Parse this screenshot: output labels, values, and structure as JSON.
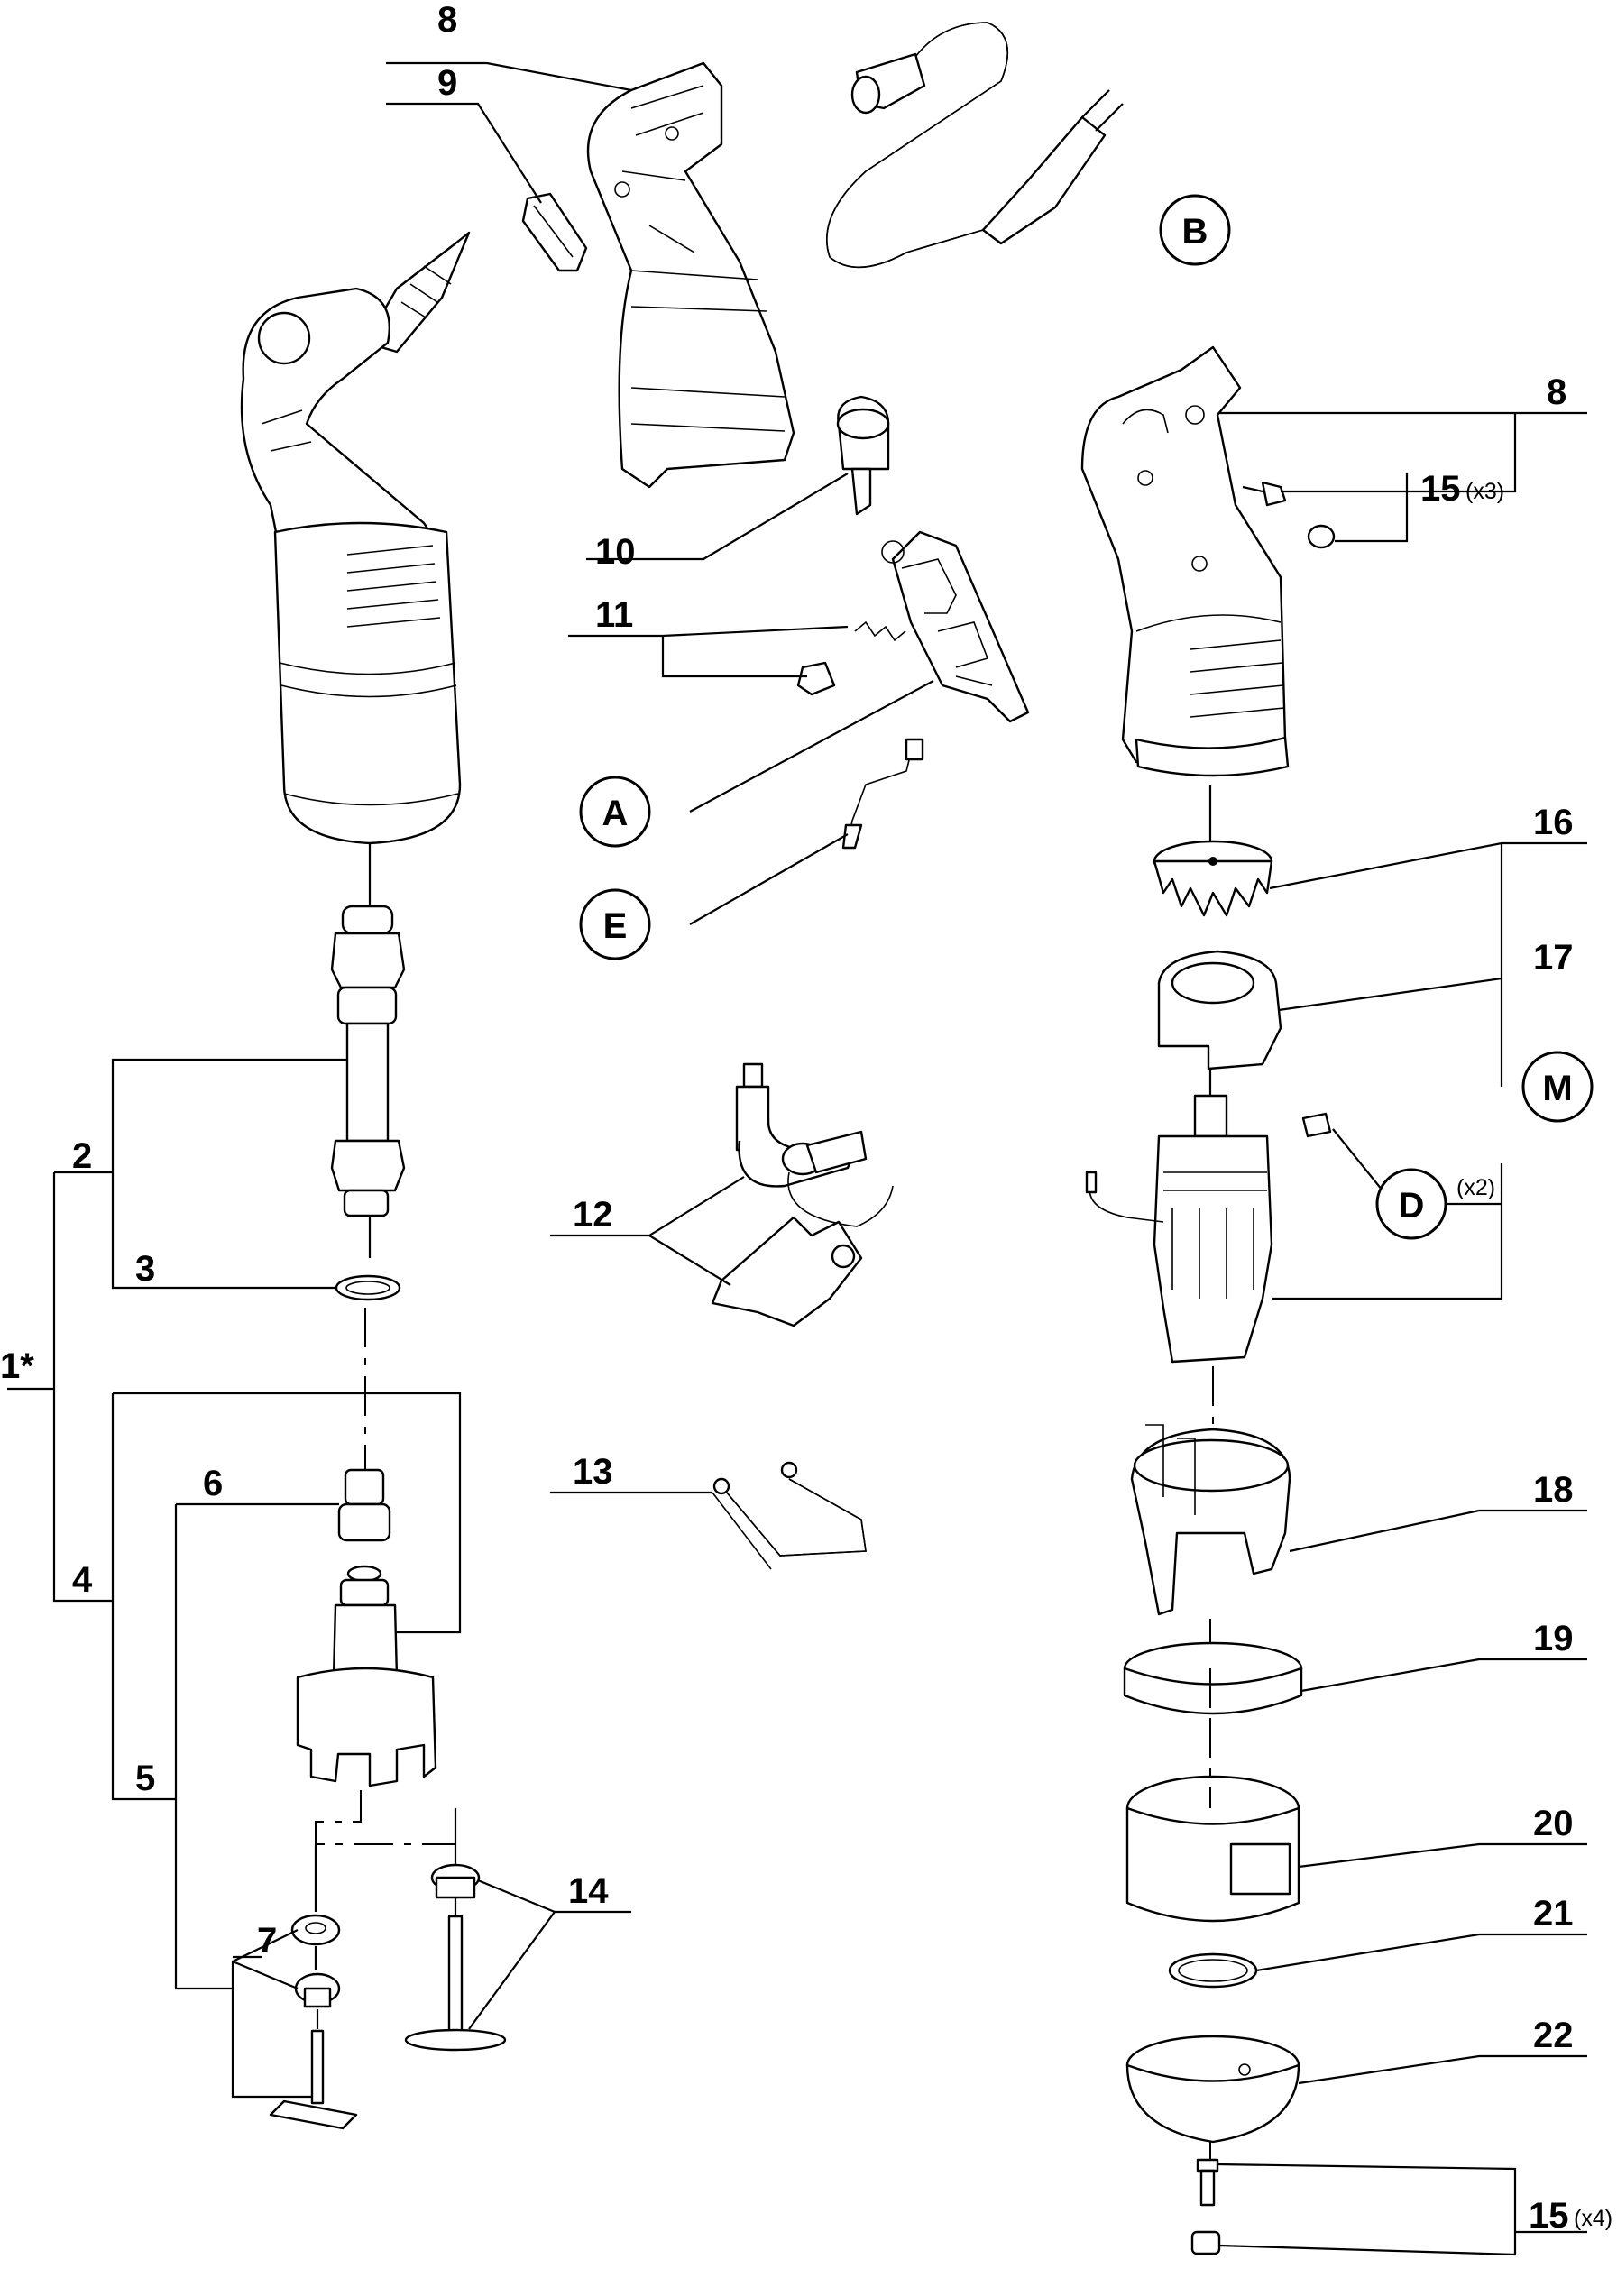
{
  "labels": {
    "l1": "1*",
    "l2": "2",
    "l3": "3",
    "l4": "4",
    "l5": "5",
    "l6": "6",
    "l7": "7",
    "l8a": "8",
    "l8b": "8",
    "l9": "9",
    "l10": "10",
    "l11": "11",
    "l12": "12",
    "l13": "13",
    "l14": "14",
    "l15a": "15",
    "l15b": "15",
    "l16": "16",
    "l17": "17",
    "l18": "18",
    "l19": "19",
    "l20": "20",
    "l21": "21",
    "l22": "22"
  },
  "quantities": {
    "q15a": "(x3)",
    "q15b": "(x4)",
    "qD": "(x2)"
  },
  "callouts": {
    "A": "A",
    "B": "B",
    "D": "D",
    "E": "E",
    "M": "M"
  }
}
